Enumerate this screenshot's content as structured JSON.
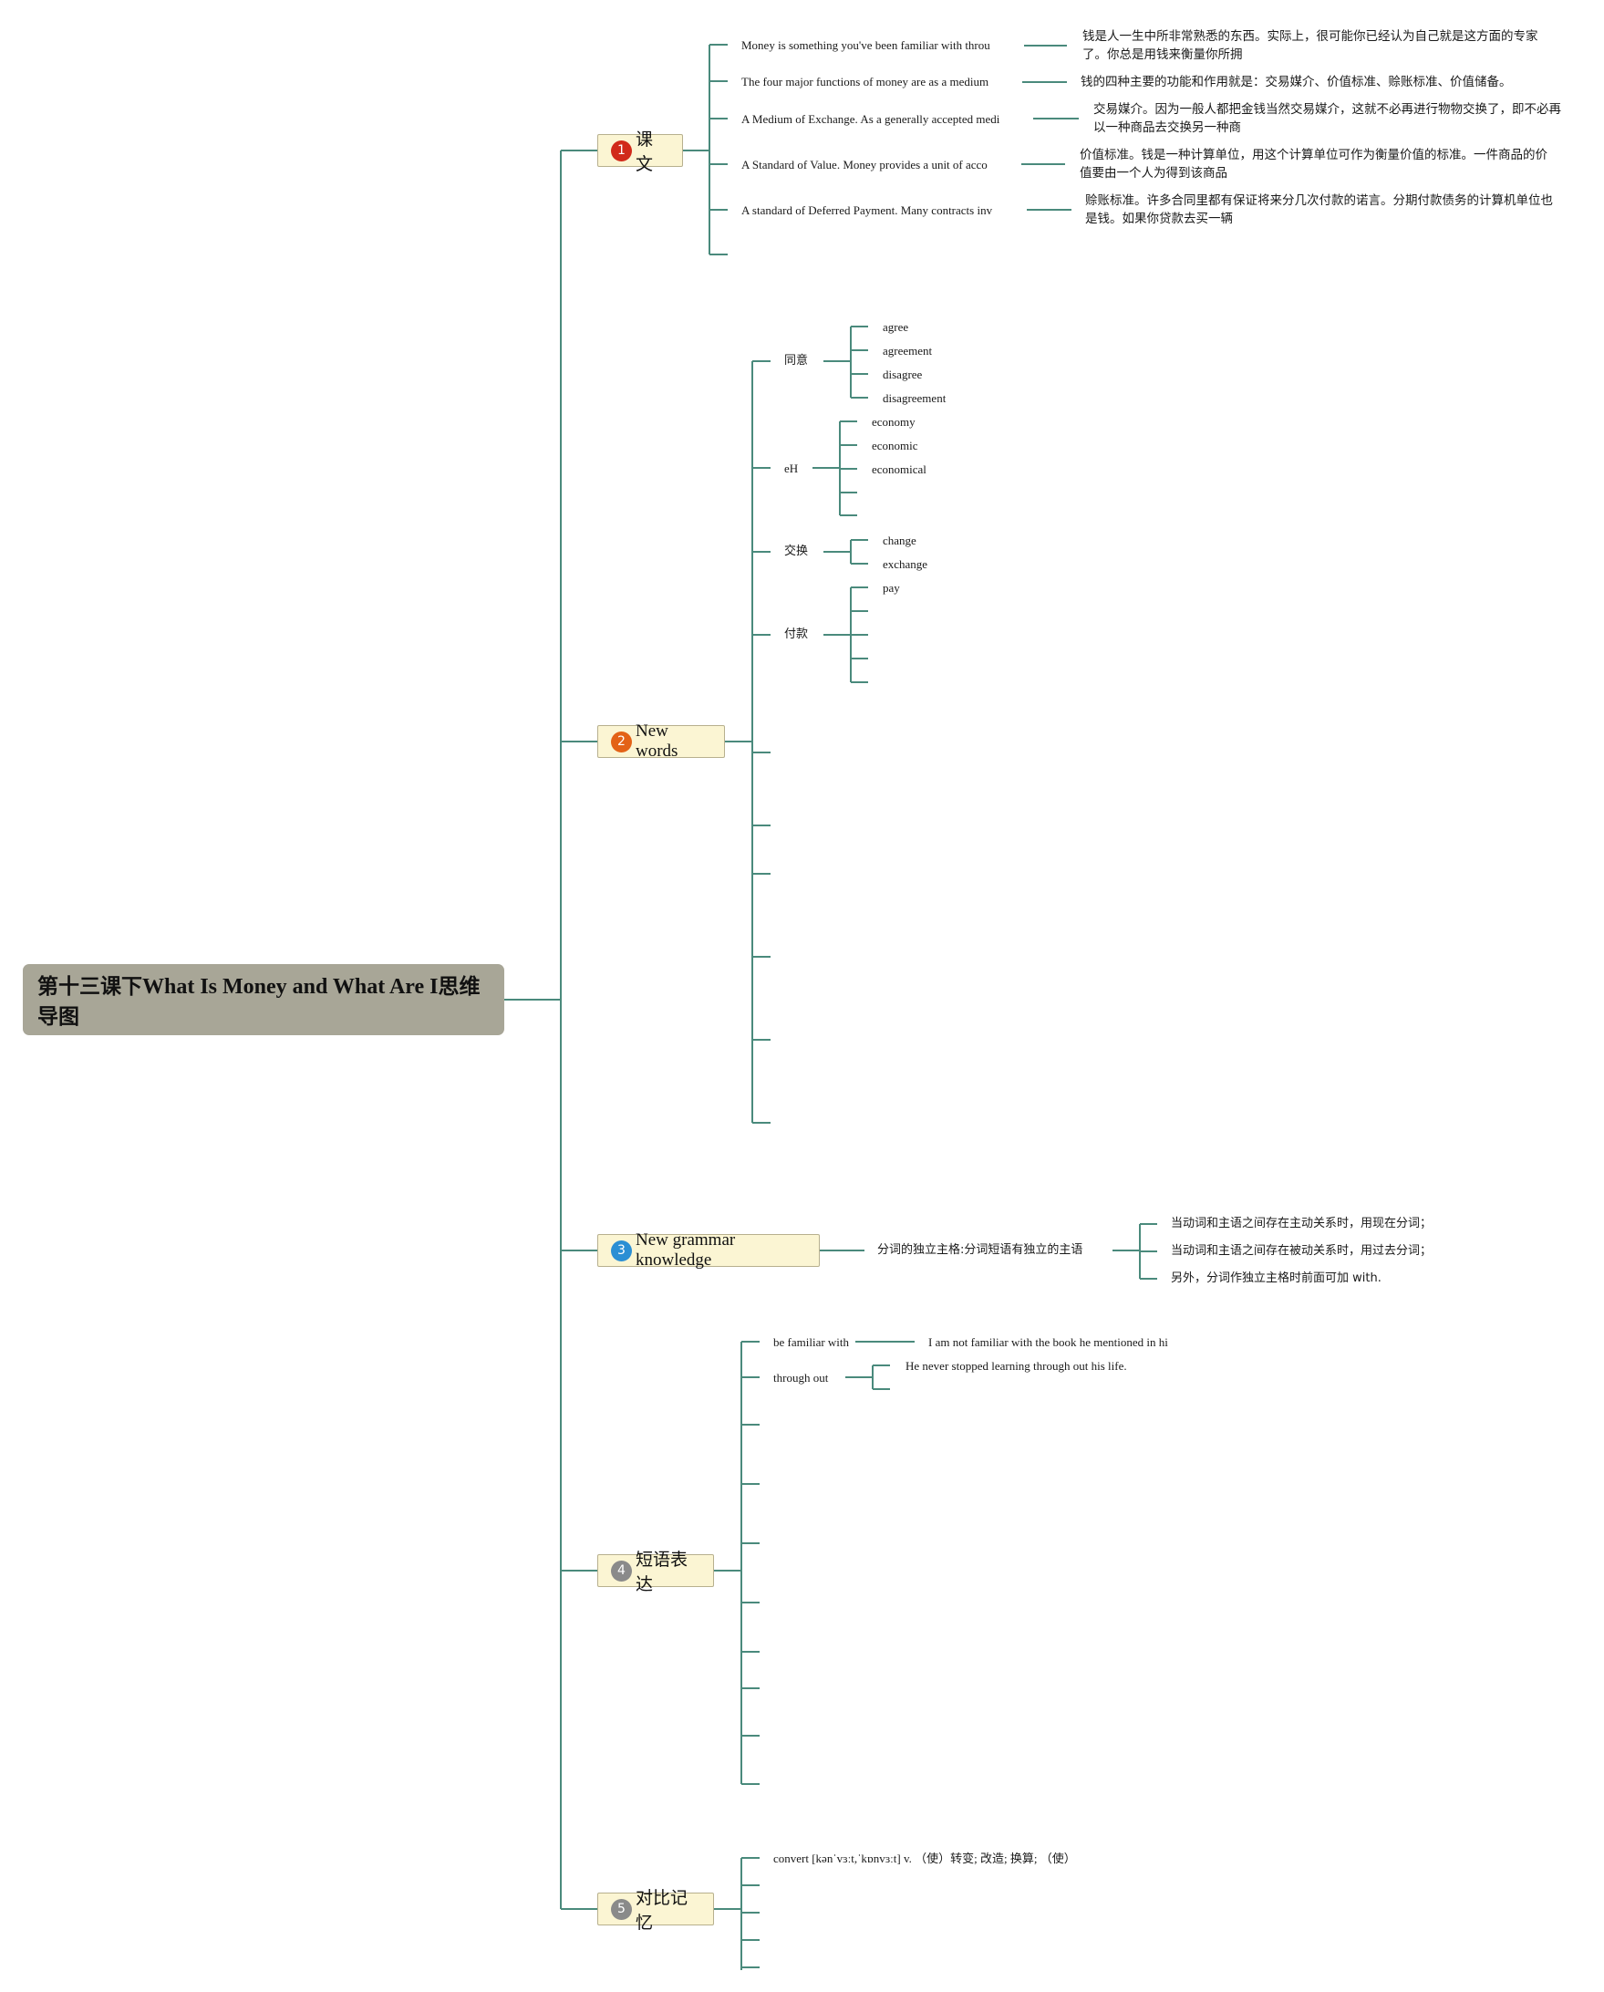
{
  "root": {
    "title_cjk_a": "第十三课下",
    "title_en": "What Is Money and What Are I",
    "title_cjk_b": "思维导图"
  },
  "topics": [
    {
      "num": "1",
      "label": "课文",
      "color": "#d12a1a"
    },
    {
      "num": "2",
      "label": "New words",
      "color": "#e36217"
    },
    {
      "num": "3",
      "label": "New grammar knowledge",
      "color": "#2b8fd4"
    },
    {
      "num": "4",
      "label": "短语表达",
      "color": "#8a8a8a"
    },
    {
      "num": "5",
      "label": "对比记忆",
      "color": "#8a8a8a"
    }
  ],
  "text": {
    "sentences": [
      "Money is something you've been familiar with throu",
      "The four major functions of money are as a medium",
      "A Medium of Exchange. As a generally accepted medi",
      "A Standard of Value. Money provides a unit of acco",
      "A standard of Deferred Payment. Many contracts inv"
    ],
    "notes": [
      "钱是人一生中所非常熟悉的东西。实际上，很可能你已经认为自己就是这方面的专家了。你总是用钱来衡量你所拥",
      "钱的四种主要的功能和作用就是：交易媒介、价值标准、赊账标准、价值储备。",
      "交易媒介。因为一般人都把金钱当然交易媒介，这就不必再进行物物交换了，即不必再以一种商品去交换另一种商",
      "价值标准。钱是一种计算单位，用这个计算单位可作为衡量价值的标准。一件商品的价值要由一个人为得到该商品",
      "赊账标准。许多合同里都有保证将来分几次付款的诺言。分期付款债务的计算机单位也是钱。如果你贷款去买一辆"
    ],
    "word_groups": [
      {
        "label": "同意",
        "words": [
          "agree",
          "agreement",
          "disagree",
          "disagreement"
        ]
      },
      {
        "label": "eH",
        "words": [
          "economy",
          "economic",
          "economical"
        ]
      },
      {
        "label": "交换",
        "words": [
          "change",
          "exchange"
        ]
      },
      {
        "label": "付款",
        "words": [
          "pay"
        ]
      }
    ],
    "grammar_title": "分词的独立主格:分词短语有独立的主语",
    "grammar_rules": [
      "当动词和主语之间存在主动关系时，用现在分词；",
      "当动词和主语之间存在被动关系时，用过去分词；",
      "另外，分词作独立主格时前面可加 with."
    ],
    "phrases": [
      {
        "phrase": "be familiar with",
        "example": "I am not familiar with the book he mentioned in hi"
      },
      {
        "phrase": "through out",
        "example": "He never stopped learning through out his life."
      }
    ],
    "compare_first": "convert [kənˈvɜːt,ˈkɒnvɜːt] v. （使）转变; 改造; 换算; （使）"
  }
}
